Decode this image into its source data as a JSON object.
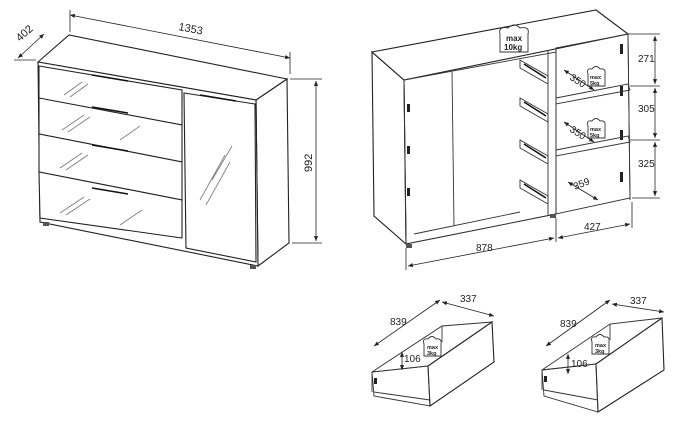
{
  "main_view": {
    "width": "1353",
    "depth": "402",
    "height": "992"
  },
  "interior_view": {
    "shelf_heights": [
      "271",
      "305",
      "325"
    ],
    "shelf_depths": [
      "350",
      "350",
      "359"
    ],
    "left_width": "878",
    "right_width": "427",
    "load_top": {
      "line1": "max",
      "line2": "10kg"
    },
    "load_shelf": {
      "line1": "max",
      "line2": "5kg"
    }
  },
  "drawer_left": {
    "depth": "839",
    "width": "337",
    "height": "106",
    "load": {
      "line1": "max",
      "line2": "3kg"
    }
  },
  "drawer_right": {
    "depth": "839",
    "width": "337",
    "height": "106",
    "load": {
      "line1": "max",
      "line2": "3kg"
    }
  }
}
